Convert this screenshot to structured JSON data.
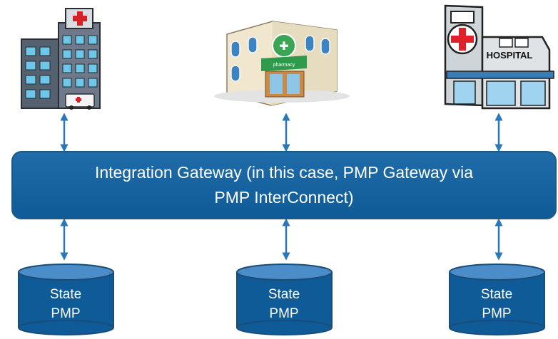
{
  "gateway": {
    "line1": "Integration Gateway (in this case, PMP Gateway via",
    "line2": "PMP InterConnect)"
  },
  "databases": [
    {
      "line1": "State",
      "line2": "PMP"
    },
    {
      "line1": "State",
      "line2": "PMP"
    },
    {
      "line1": "State",
      "line2": "PMP"
    }
  ],
  "buildings": {
    "pharmacy_sign": "pharmacy",
    "hospital_sign": "HOSPITAL"
  },
  "icons": [
    "hospital-building-icon",
    "pharmacy-icon",
    "hospital-icon",
    "database-icon"
  ],
  "colors": {
    "gateway_fill": "#0f5b98",
    "connector": "#2a78b8",
    "db_fill": "#0f5b98"
  }
}
